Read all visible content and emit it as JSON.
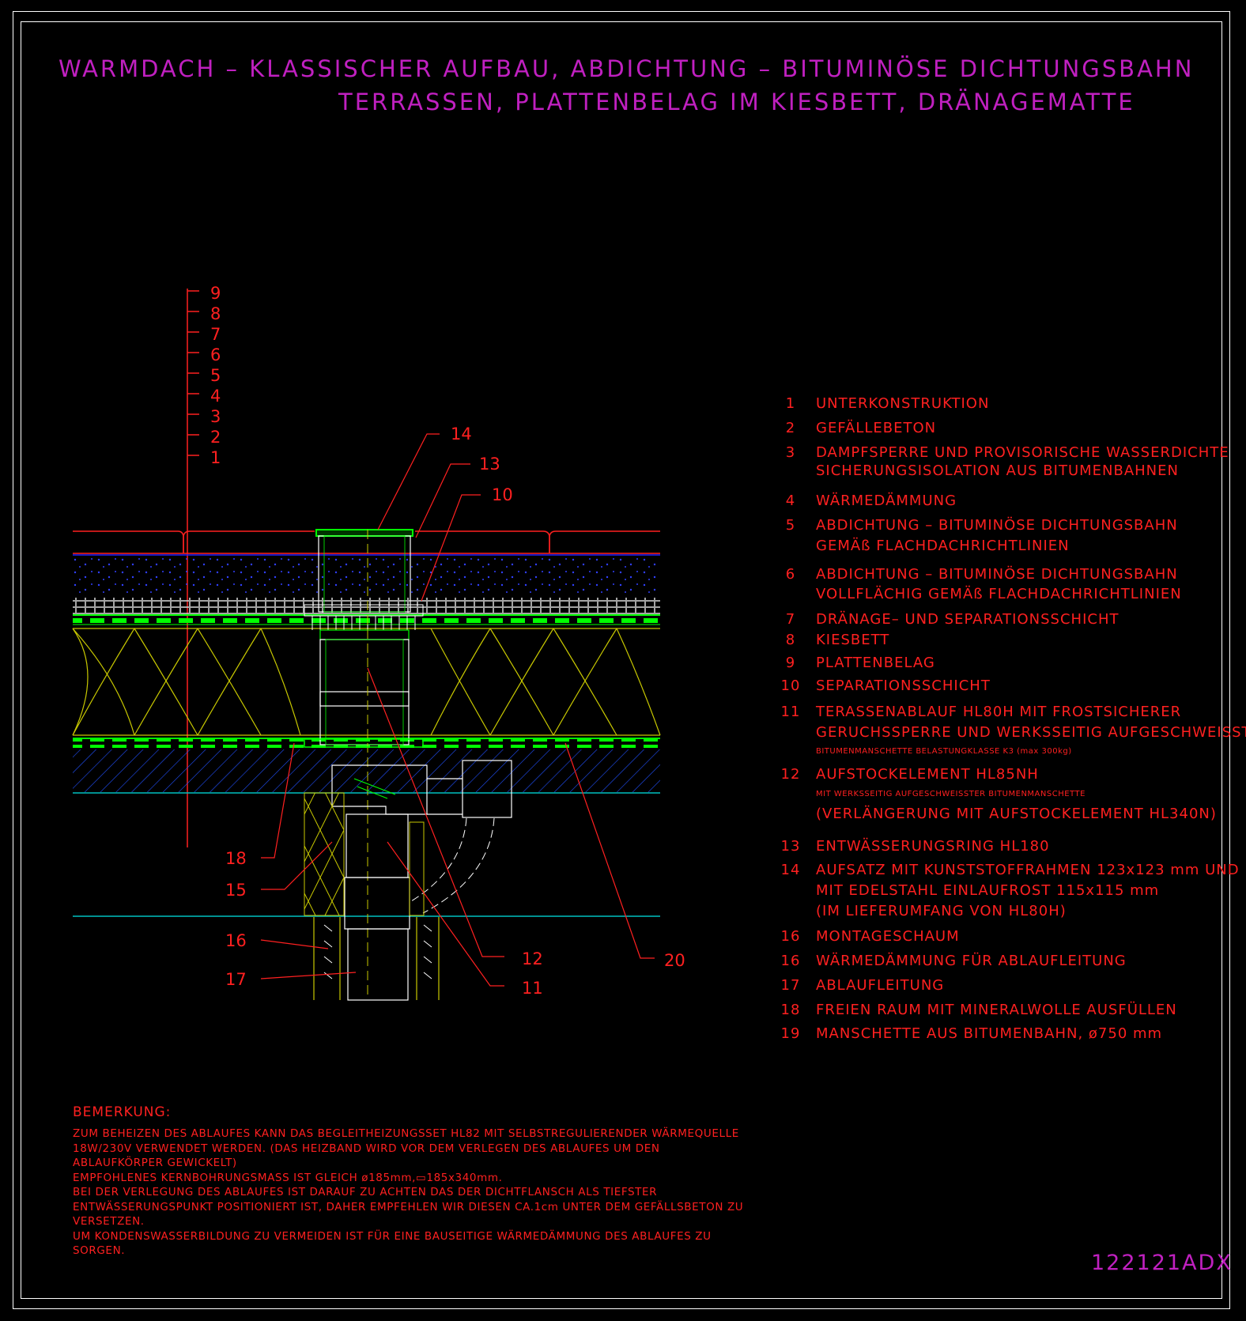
{
  "title": {
    "line1": "WARMDACH – KLASSISCHER AUFBAU, ABDICHTUNG – BITUMINÖSE DICHTUNGSBAHN",
    "line2": "TERRASSEN, PLATTENBELAG IM KIESBETT, DRÄNAGEMATTE"
  },
  "layer_scale": [
    "9",
    "8",
    "7",
    "6",
    "5",
    "4",
    "3",
    "2",
    "1"
  ],
  "callouts": {
    "c14": "14",
    "c13": "13",
    "c10": "10",
    "c18": "18",
    "c15": "15",
    "c16": "16",
    "c17": "17",
    "c12": "12",
    "c11": "11",
    "c20": "20"
  },
  "legend": [
    {
      "num": "1",
      "lines": [
        "UNTERKONSTRUKTION"
      ]
    },
    {
      "num": "2",
      "lines": [
        "GEFÄLLEBETON"
      ]
    },
    {
      "num": "3",
      "lines": [
        "DAMPFSPERRE UND PROVISORISCHE WASSERDICHTE",
        "SICHERUNGSISOLATION AUS BITUMENBAHNEN"
      ]
    },
    {
      "num": "4",
      "lines": [
        "WÄRMEDÄMMUNG"
      ]
    },
    {
      "num": "5",
      "lines": [
        "ABDICHTUNG – BITUMINÖSE DICHTUNGSBAHN",
        "GEMÄß FLACHDACHRICHTLINIEN"
      ]
    },
    {
      "num": "6",
      "lines": [
        "ABDICHTUNG – BITUMINÖSE DICHTUNGSBAHN",
        "VOLLFLÄCHIG GEMÄß FLACHDACHRICHTLINIEN"
      ]
    },
    {
      "num": "7",
      "lines": [
        "DRÄNAGE– UND SEPARATIONSSCHICHT"
      ]
    },
    {
      "num": "8",
      "lines": [
        "KIESBETT"
      ]
    },
    {
      "num": "9",
      "lines": [
        "PLATTENBELAG"
      ]
    },
    {
      "num": "10",
      "lines": [
        "SEPARATIONSSCHICHT"
      ]
    },
    {
      "num": "11",
      "lines": [
        "TERASSENABLAUF HL80H MIT FROSTSICHERER",
        "GERUCHSSPERRE UND WERKSSEITIG AUFGESCHWEISSTER"
      ],
      "small": "BITUMENMANSCHETTE BELASTUNGKLASSE K3 (max 300kg)"
    },
    {
      "num": "12",
      "lines": [
        "AUFSTOCKELEMENT HL85NH"
      ],
      "small": "MIT WERKSSEITIG AUFGESCHWEISSTER BITUMENMANSCHETTE",
      "extra": "(VERLÄNGERUNG MIT AUFSTOCKELEMENT HL340N)"
    },
    {
      "num": "13",
      "lines": [
        "ENTWÄSSERUNGSRING HL180"
      ]
    },
    {
      "num": "14",
      "lines": [
        "AUFSATZ MIT KUNSTSTOFFRAHMEN 123x123 mm UND",
        "MIT EDELSTAHL EINLAUFROST 115x115 mm",
        "(IM LIEFERUMFANG VON HL80H)"
      ]
    },
    {
      "num": "16",
      "lines": [
        "MONTAGESCHAUM"
      ]
    },
    {
      "num": "16",
      "lines": [
        "WÄRMEDÄMMUNG FÜR ABLAUFLEITUNG"
      ]
    },
    {
      "num": "17",
      "lines": [
        "ABLAUFLEITUNG"
      ]
    },
    {
      "num": "18",
      "lines": [
        "FREIEN RAUM MIT MINERALWOLLE AUSFÜLLEN"
      ]
    },
    {
      "num": "19",
      "lines": [
        "MANSCHETTE AUS BITUMENBAHN, ø750 mm"
      ]
    }
  ],
  "remarks": {
    "heading": "BEMERKUNG:",
    "lines": [
      "ZUM BEHEIZEN DES ABLAUFES KANN DAS BEGLEITHEIZUNGSSET HL82 MIT SELBSTREGULIERENDER WÄRMEQUELLE",
      "18W/230V VERWENDET WERDEN. (DAS HEIZBAND WIRD VOR DEM VERLEGEN DES ABLAUFES UM DEN",
      "ABLAUFKÖRPER GEWICKELT)",
      "EMPFOHLENES KERNBOHRUNGSMASS IST GLEICH ø185mm,▭185x340mm.",
      "BEI DER VERLEGUNG DES ABLAUFES IST DARAUF ZU ACHTEN DAS DER DICHTFLANSCH ALS TIEFSTER",
      "ENTWÄSSERUNGSPUNKT POSITIONIERT IST, DAHER EMPFEHLEN WIR DIESEN CA.1cm UNTER DEM GEFÄLLSBETON ZU",
      "VERSETZEN.",
      "UM KONDENSWASSERBILDUNG ZU VERMEIDEN IST FÜR EINE BAUSEITIGE WÄRMEDÄMMUNG DES ABLAUFES ZU",
      "SORGEN."
    ]
  },
  "drawing_code": "122121ADX",
  "colors": {
    "background": "#000000",
    "title": "#c020c0",
    "annotation": "#ff2020",
    "membrane": "#00ff00",
    "insulation": "#c8c800",
    "gravel": "#2020ff",
    "concrete": "#2060ff",
    "cyan_line": "#00c0c0"
  }
}
